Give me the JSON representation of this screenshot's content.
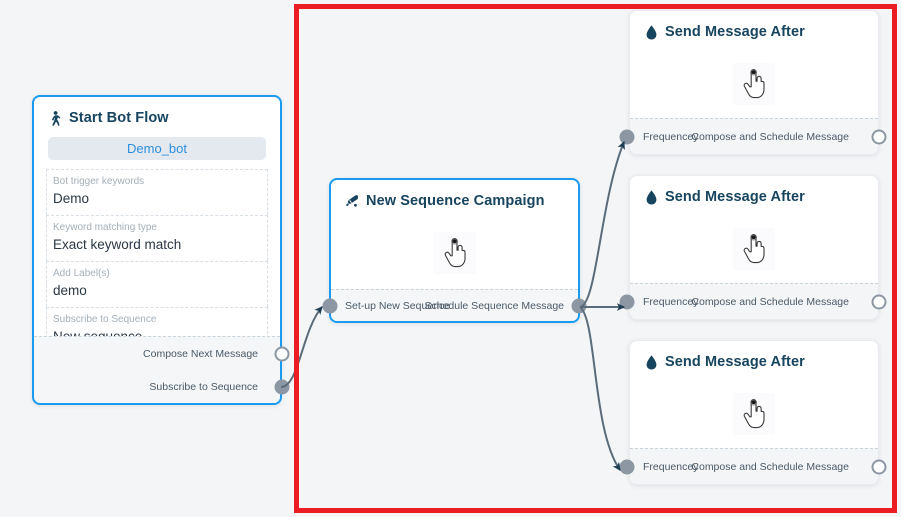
{
  "canvas": {
    "background_color": "#f4f5f7",
    "annotation": {
      "name": "red-highlight-rectangle",
      "color": "#ec1c24"
    }
  },
  "nodes": [
    {
      "id": "start-bot-flow",
      "title": "Start Bot Flow",
      "icon": "walking-person-icon",
      "icon_glyph": "🚶",
      "selected": true,
      "bot_pill": "Demo_bot",
      "fields": [
        {
          "key": "Bot trigger keywords",
          "value": "Demo"
        },
        {
          "key": "Keyword matching type",
          "value": "Exact keyword match"
        },
        {
          "key": "Add Label(s)",
          "value": "demo"
        },
        {
          "key": "Subscribe to Sequence",
          "value": "New sequence"
        }
      ],
      "ports": [
        {
          "label": "Compose Next Message",
          "style": "hollow"
        },
        {
          "label": "Subscribe to Sequence",
          "style": "filled"
        }
      ]
    },
    {
      "id": "new-sequence-campaign",
      "title": "New Sequence Campaign",
      "icon": "megaphone-icon",
      "selected": true,
      "body_icon": "pointing-hand-cursor-icon",
      "ports": [
        {
          "label": "Set-up New Sequence",
          "style": "filled"
        },
        {
          "label": "Schedule Sequence Message",
          "style": "filled"
        }
      ]
    },
    {
      "id": "send-message-after-1",
      "title": "Send Message After",
      "icon": "water-drop-icon",
      "selected": false,
      "body_icon": "pointing-hand-cursor-icon",
      "ports": [
        {
          "label": "Frequencey",
          "style": "filled"
        },
        {
          "label": "Compose and Schedule Message",
          "style": "hollow"
        }
      ]
    },
    {
      "id": "send-message-after-2",
      "title": "Send Message After",
      "icon": "water-drop-icon",
      "selected": false,
      "body_icon": "pointing-hand-cursor-icon",
      "ports": [
        {
          "label": "Frequencey",
          "style": "filled"
        },
        {
          "label": "Compose and Schedule Message",
          "style": "hollow"
        }
      ]
    },
    {
      "id": "send-message-after-3",
      "title": "Send Message After",
      "icon": "water-drop-icon",
      "selected": false,
      "body_icon": "pointing-hand-cursor-icon",
      "ports": [
        {
          "label": "Frequencey",
          "style": "filled"
        },
        {
          "label": "Compose and Schedule Message",
          "style": "hollow"
        }
      ]
    }
  ],
  "colors": {
    "node_selected_border": "#1b9bf0",
    "title_text": "#17445f",
    "edge": "#5a6b7a",
    "port_gray": "#8c97a3",
    "pill_text": "#2b8fdd"
  }
}
